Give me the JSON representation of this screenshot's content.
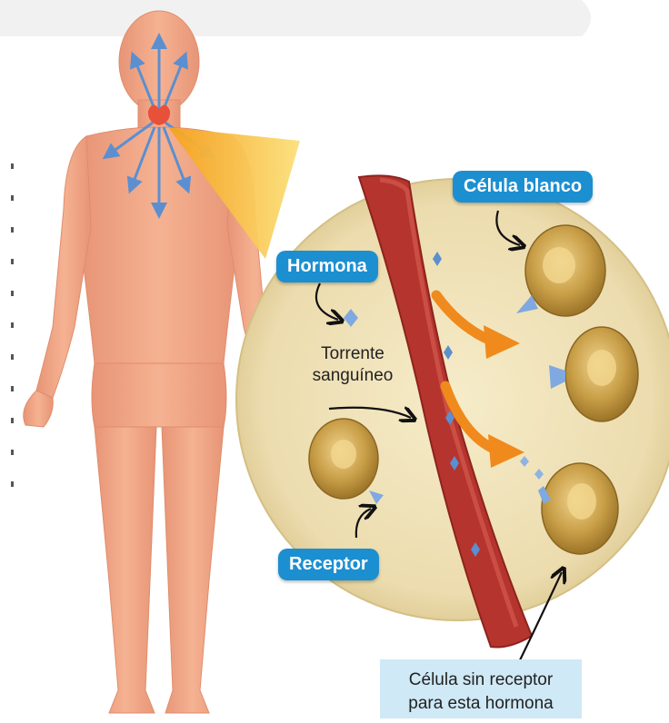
{
  "labels": {
    "hormone": "Hormona",
    "target_cell": "Célula blanco",
    "bloodstream_line1": "Torrente",
    "bloodstream_line2": "sanguíneo",
    "receptor": "Receptor",
    "no_receptor_line1": "Célula sin receptor",
    "no_receptor_line2": "para esta hormona"
  },
  "colors": {
    "skin": "#f3a987",
    "vessel": "#b5352e",
    "circle_fill": "#efe2b8",
    "cell_fill": "#c9a04a",
    "hormone": "#5b8fd0",
    "arrow_orange": "#f08a1c",
    "label_blue": "#1c8fd1",
    "label_light_blue": "#cfe9f6",
    "highlight_beam": "#f8c12a"
  },
  "icons": {
    "gland": "thyroid-gland-icon",
    "hormone_particle": "diamond-icon"
  }
}
